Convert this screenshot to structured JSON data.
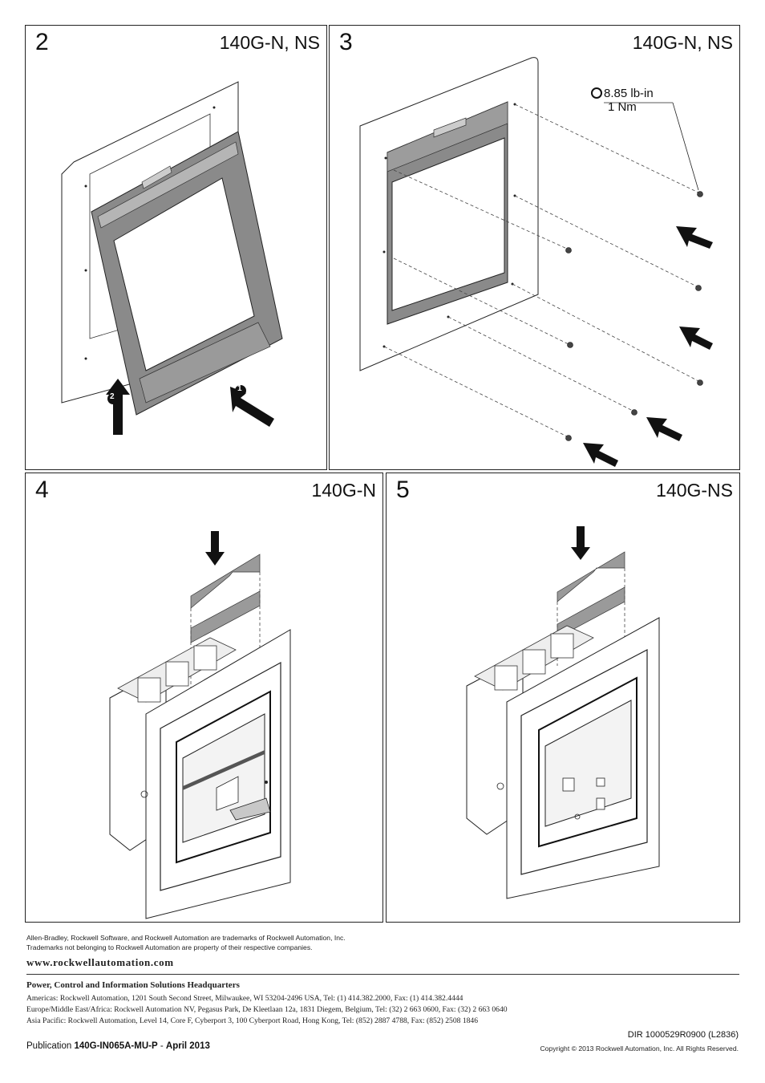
{
  "panels": [
    {
      "step": "2",
      "model": "140G-N, NS"
    },
    {
      "step": "3",
      "model": "140G-N, NS"
    },
    {
      "step": "4",
      "model": "140G-N"
    },
    {
      "step": "5",
      "model": "140G-NS"
    }
  ],
  "callouts": {
    "one": "1",
    "two": "2"
  },
  "torque": {
    "imperial": "8.85 lb-in",
    "metric": "1 Nm"
  },
  "footer": {
    "trademark_1": "Allen-Bradley, Rockwell Software, and Rockwell Automation are trademarks of Rockwell Automation, Inc.",
    "trademark_2": "Trademarks not belonging to Rockwell Automation are property of their respective companies.",
    "website": "www.rockwellautomation.com",
    "hq_title": "Power, Control and Information Solutions Headquarters",
    "americas": "Americas: Rockwell Automation, 1201 South Second Street, Milwaukee, WI 53204-2496 USA, Tel: (1) 414.382.2000, Fax: (1) 414.382.4444",
    "europe": "Europe/Middle East/Africa: Rockwell Automation NV, Pegasus Park, De Kleetlaan 12a, 1831 Diegem, Belgium, Tel: (32) 2 663 0600, Fax: (32) 2 663 0640",
    "asia": "Asia Pacific: Rockwell Automation, Level 14, Core F, Cyberport 3, 100 Cyberport Road, Hong Kong, Tel: (852) 2887 4788, Fax: (852) 2508 1846",
    "publication_prefix": "Publication",
    "publication_number": "140G-IN065A-MU-P",
    "publication_sep": "-",
    "publication_date": "April 2013",
    "dir": "DIR 1000529R0900 (L2836)",
    "copyright": "Copyright © 2013 Rockwell Automation, Inc. All Rights Reserved."
  }
}
